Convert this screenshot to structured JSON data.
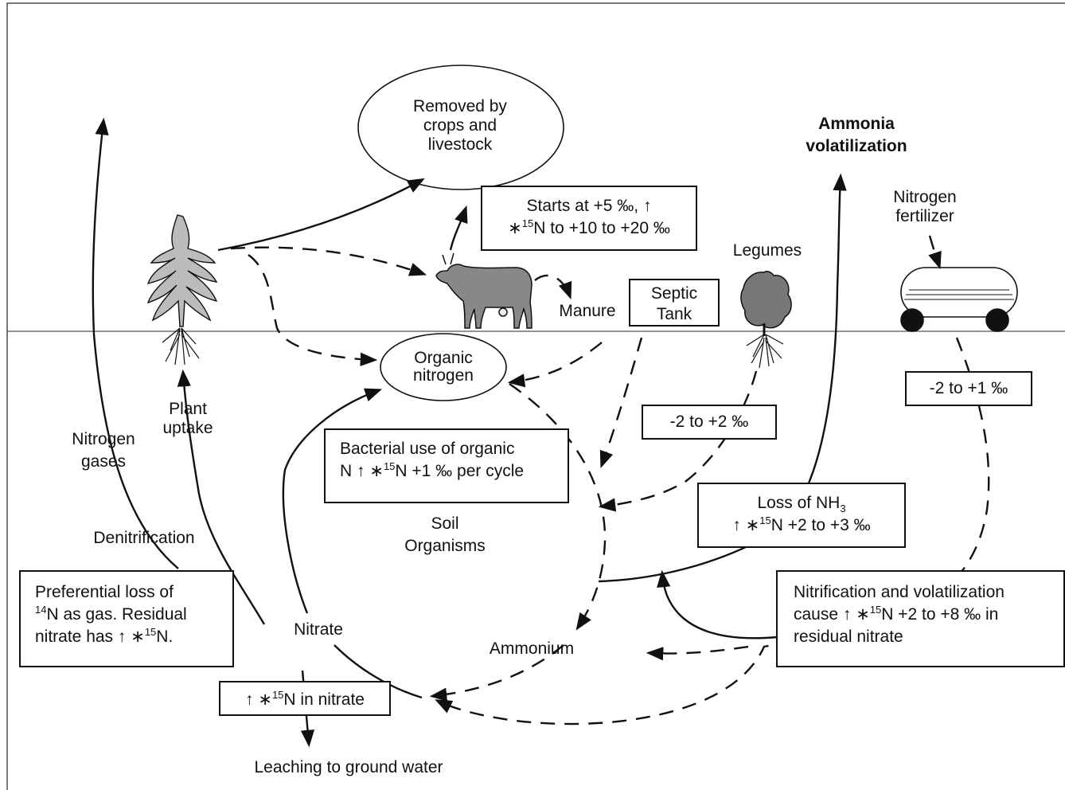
{
  "labels": {
    "removed": [
      "Removed by",
      "crops and",
      "livestock"
    ],
    "ammonia_volatilization": [
      "Ammonia",
      "volatilization"
    ],
    "nitrogen_fertilizer": [
      "Nitrogen",
      "fertilizer"
    ],
    "legumes": "Legumes",
    "manure": "Manure",
    "septic_tank": [
      "Septic",
      "Tank"
    ],
    "organic_nitrogen": [
      "Organic",
      "nitrogen"
    ],
    "plant_uptake": [
      "Plant",
      "uptake"
    ],
    "nitrogen_gases": [
      "Nitrogen",
      "gases"
    ],
    "denitrification": "Denitrification",
    "soil_organisms": [
      "Soil",
      "Organisms"
    ],
    "nitrate": "Nitrate",
    "ammonium": "Ammonium",
    "leaching": "Leaching to ground water"
  },
  "boxes": {
    "manure_isotope": [
      "Starts at +5 ‰, ↑",
      "∗",
      "15",
      "N to +10 to +20 ‰"
    ],
    "legume_range": "-2 to +2 ‰",
    "fertilizer_range": "-2 to +1 ‰",
    "bacterial": [
      "Bacterial use of organic",
      "N ↑ ∗",
      "15",
      "N +1 ‰ per cycle"
    ],
    "nh3_loss": [
      "Loss of NH",
      "3",
      "↑ ∗",
      "15",
      "N  +2 to +3 ‰"
    ],
    "nitrification": [
      "Nitrification and volatilization",
      "cause ↑ ∗",
      "15",
      "N +2 to +8 ‰  in",
      "residual nitrate"
    ],
    "preferential": [
      "Preferential loss of",
      "14",
      "N as gas.  Residual",
      "nitrate has ↑ ∗",
      "15",
      "N."
    ],
    "nitrate_up": [
      "↑ ∗",
      "15",
      "N in nitrate"
    ]
  }
}
